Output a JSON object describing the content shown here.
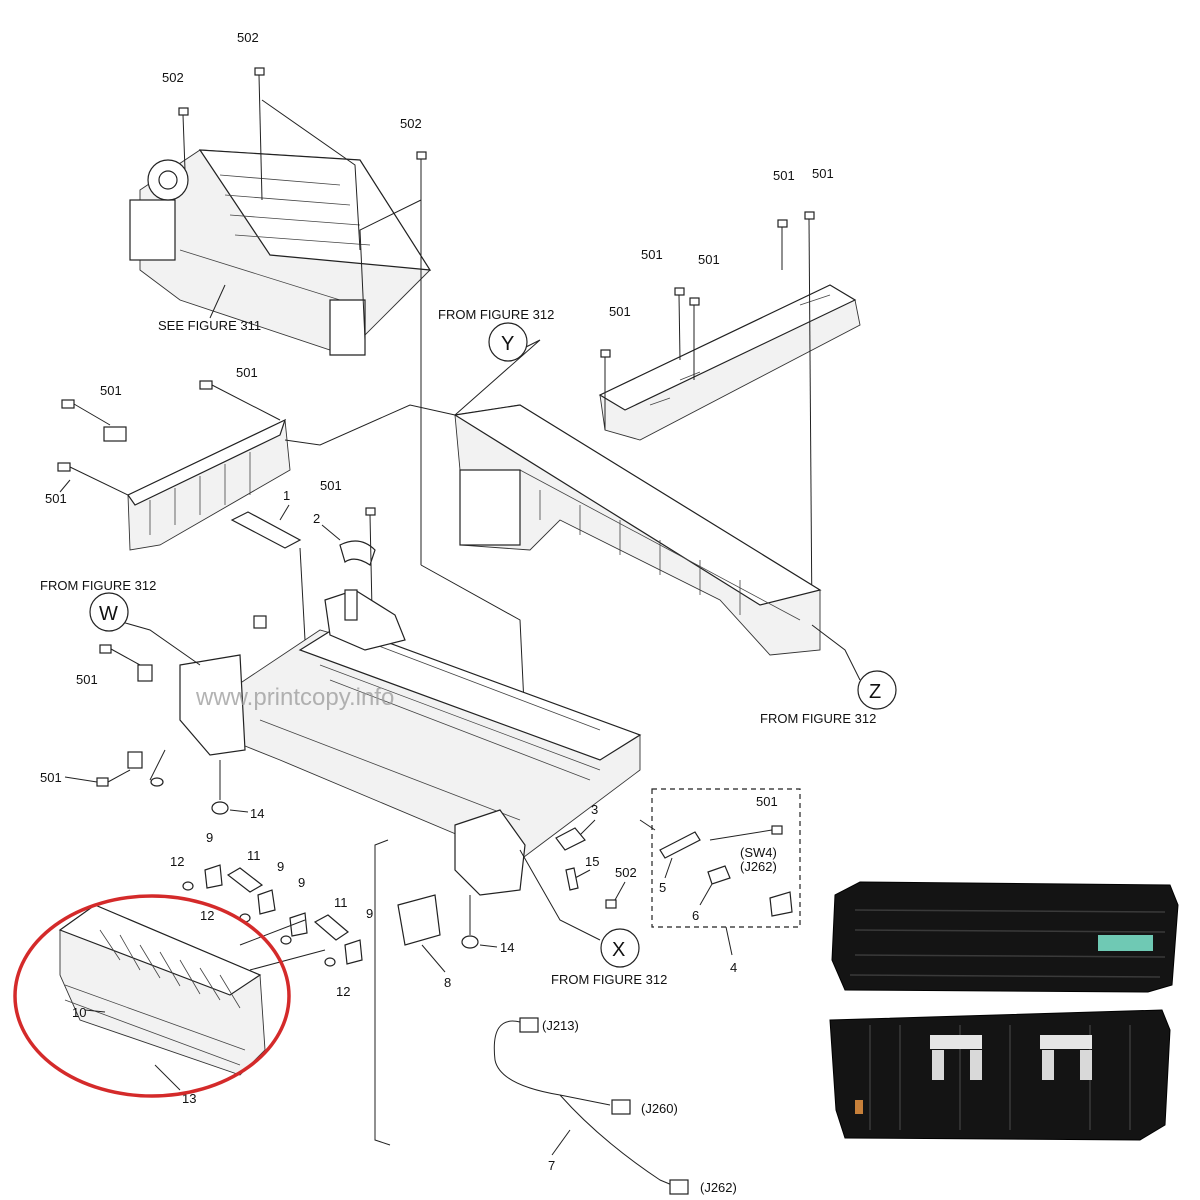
{
  "labels": {
    "screw_502": "502",
    "screw_501": "501",
    "part_1": "1",
    "part_2": "2",
    "part_3": "3",
    "part_4": "4",
    "part_5": "5",
    "part_6": "6",
    "part_7": "7",
    "part_8": "8",
    "part_9": "9",
    "part_10": "10",
    "part_11": "11",
    "part_12": "12",
    "part_13": "13",
    "part_14": "14",
    "part_15": "15",
    "see_fig_311": "SEE FIGURE 311",
    "from_fig_312": "FROM FIGURE 312",
    "callout_w": "W",
    "callout_x": "X",
    "callout_y": "Y",
    "callout_z": "Z",
    "sw4": "(SW4)",
    "j262": "(J262)",
    "j213": "(J213)",
    "j260": "(J260)"
  },
  "watermark": "www.printcopy.info",
  "colors": {
    "highlight_ellipse": "#d42a2a",
    "line": "#222222",
    "photo_part": "#141414"
  }
}
